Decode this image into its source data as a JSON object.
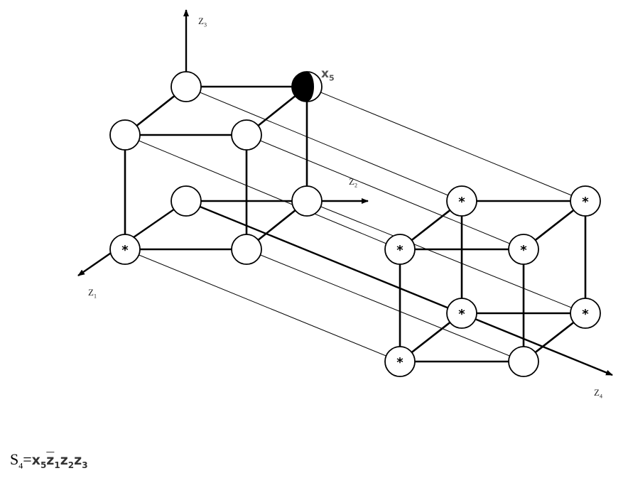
{
  "axes": {
    "z1": {
      "base": "Z",
      "sub": "1"
    },
    "z2": {
      "base": "Z",
      "sub": "2"
    },
    "z3": {
      "base": "Z",
      "sub": "3"
    },
    "z4": {
      "base": "Z",
      "sub": "4"
    }
  },
  "marked_vertex": {
    "base": "x",
    "sub": "5"
  },
  "node_mark": "*",
  "formula": {
    "lhs_base": "S",
    "lhs_sub": "4",
    "equals": "=",
    "terms": [
      {
        "base": "x",
        "sub": "5",
        "bar": false
      },
      {
        "base": "z",
        "sub": "1",
        "bar": true
      },
      {
        "base": "z",
        "sub": "2",
        "bar": false
      },
      {
        "base": "z",
        "sub": "3",
        "bar": false
      }
    ]
  }
}
